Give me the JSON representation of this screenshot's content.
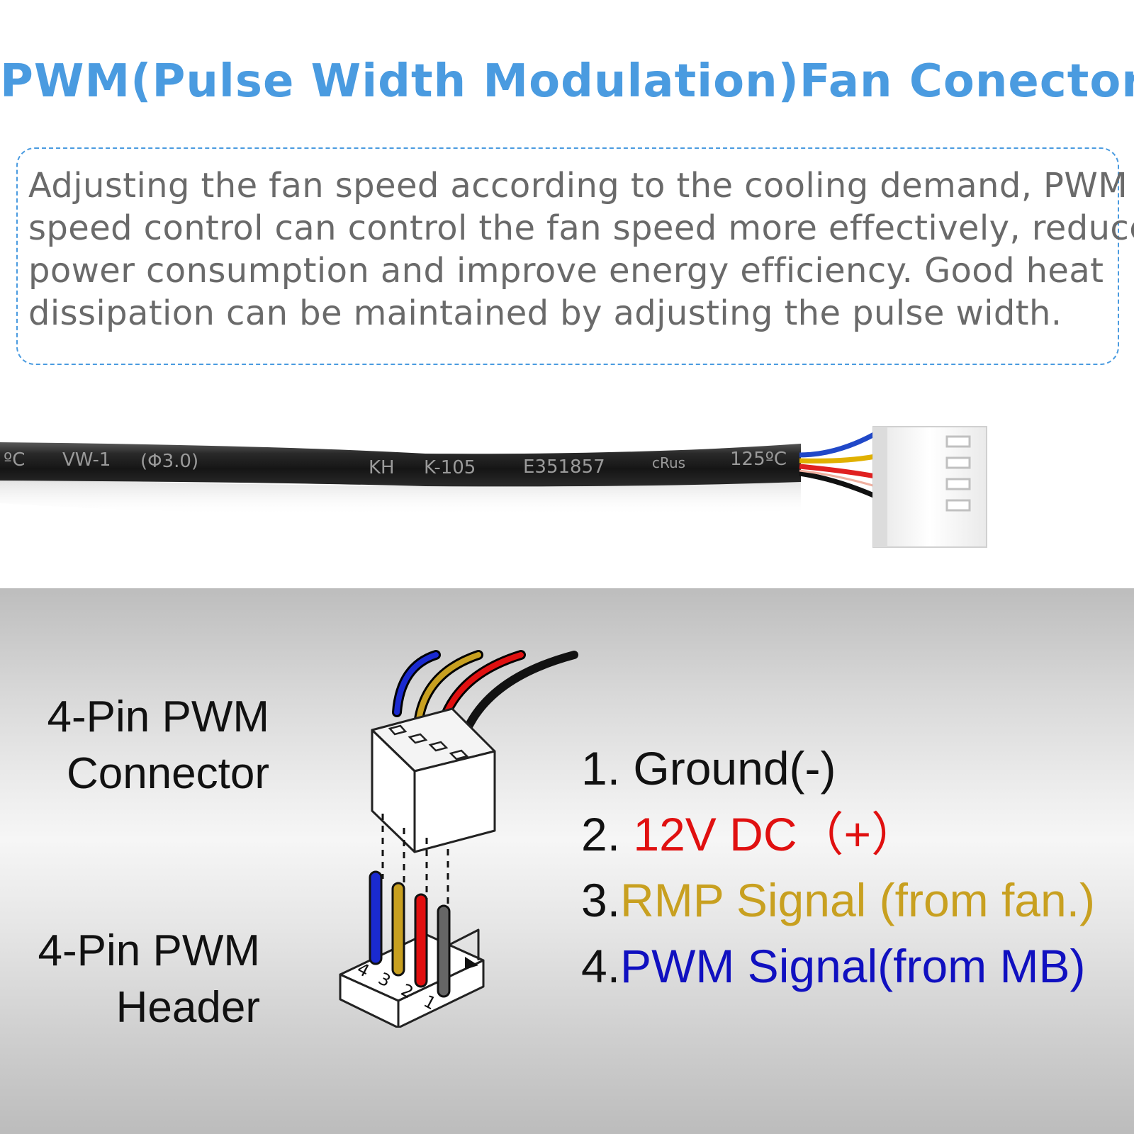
{
  "title": "PWM(Pulse Width Modulation)Fan Conector",
  "description": {
    "lines": [
      "Adjusting the fan speed according to the cooling demand, PWM",
      "speed control can control the fan speed more effectively, reduce",
      "power consumption and improve energy efficiency. Good heat",
      "dissipation can be maintained by adjusting the pulse width."
    ]
  },
  "cable": {
    "print_markings": [
      "ºC",
      "VW-1",
      "(Φ3.0)",
      "KH",
      "K-105",
      "E351857",
      "cRus",
      "125ºC"
    ],
    "wire_colors": [
      "#2048c8",
      "#e0b000",
      "#e02020",
      "#111111"
    ]
  },
  "diagram": {
    "connector_label": [
      "4-Pin PWM",
      "Connector"
    ],
    "header_label": [
      "4-Pin PWM",
      "Header"
    ],
    "header_pin_numbers": [
      "4",
      "3",
      "2",
      "1"
    ],
    "pins": [
      {
        "number": "1.",
        "text": "Ground(-)",
        "color": "#111111"
      },
      {
        "number": "2.",
        "text": "12V DC（+）",
        "color": "#e01010"
      },
      {
        "number": "3.",
        "text": "RMP Signal (from fan.)",
        "color": "#c8a020"
      },
      {
        "number": "4.",
        "text": "PWM Signal(from MB)",
        "color": "#1010c0"
      }
    ]
  },
  "colors": {
    "title": "#4a9be0",
    "description_text": "#6a6a6a",
    "box_border": "#4a9be0",
    "wire_blue": "#1a2ad0",
    "wire_yellow": "#c8a020",
    "wire_red": "#e01010",
    "wire_black": "#111111"
  }
}
